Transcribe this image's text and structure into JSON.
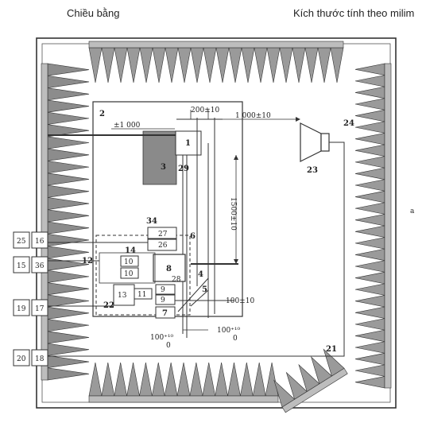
{
  "header": {
    "left_caption": "Chiều bằng",
    "right_caption": "Kích thước tính theo milim"
  },
  "labels": {
    "n1": "1",
    "n2": "2",
    "n3": "3",
    "n4": "4",
    "n5": "5",
    "n6": "6",
    "n7": "7",
    "n8": "8",
    "n9a": "9",
    "n9b": "9",
    "n10a": "10",
    "n10b": "10",
    "n11": "11",
    "n12": "12",
    "n13": "13",
    "n14": "14",
    "n15": "15",
    "n16": "16",
    "n17": "17",
    "n18": "18",
    "n19": "19",
    "n20": "20",
    "n21": "21",
    "n22": "22",
    "n23": "23",
    "n24": "24",
    "n25": "25",
    "n26": "26",
    "n27": "27",
    "n28": "28",
    "n29": "29",
    "n34": "34",
    "n36": "36",
    "side_a": "a",
    "dim_1000_top": "1 000±10",
    "dim_200": "200±10",
    "dim_1500": "1500±10",
    "dim_1000_left": "±1 000",
    "dim_100_right": "100±10",
    "dim_100_a": "100⁺¹⁰",
    "dim_100_a_sub": "0",
    "dim_100_b": "100⁺¹⁰",
    "dim_100_b_sub": "0"
  }
}
